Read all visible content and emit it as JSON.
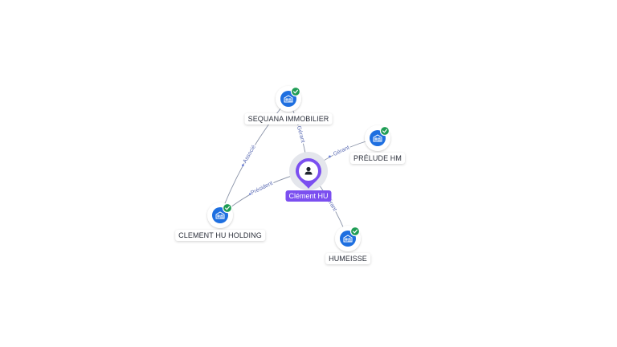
{
  "person": {
    "name": "Clément HU",
    "icon": "person-icon",
    "color": "#7b4ff0"
  },
  "companies": [
    {
      "id": "sequana",
      "name": "SEQUANA IMMOBILIER",
      "icon": "building-icon",
      "verified": true
    },
    {
      "id": "prelude",
      "name": "PRÉLUDE HM",
      "icon": "building-icon",
      "verified": true
    },
    {
      "id": "holding",
      "name": "CLEMENT HU HOLDING",
      "icon": "building-icon",
      "verified": true
    },
    {
      "id": "humeisse",
      "name": "HUMEISSE",
      "icon": "building-icon",
      "verified": true
    }
  ],
  "edges": [
    {
      "from": "person",
      "to": "sequana",
      "label": "Gérant"
    },
    {
      "from": "person",
      "to": "prelude",
      "label": "Gérant"
    },
    {
      "from": "person",
      "to": "holding",
      "label": "Président"
    },
    {
      "from": "person",
      "to": "humeisse",
      "label": "Gérant"
    },
    {
      "from": "holding",
      "to": "sequana",
      "label": "Associé"
    }
  ],
  "colors": {
    "company_badge": "#1e6fe0",
    "verified_badge": "#1f9d55",
    "edge": "#8a93a8",
    "edge_label": "#5b6bb3"
  }
}
